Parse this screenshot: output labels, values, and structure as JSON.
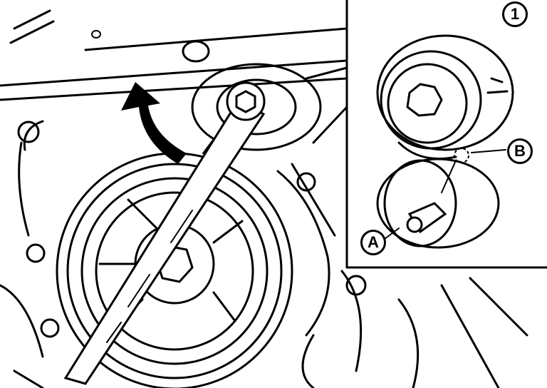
{
  "diagram": {
    "callouts": {
      "part_1": "1",
      "point_b": "B",
      "point_a": "A"
    },
    "colors": {
      "line": "#000000",
      "background": "#ffffff"
    }
  }
}
